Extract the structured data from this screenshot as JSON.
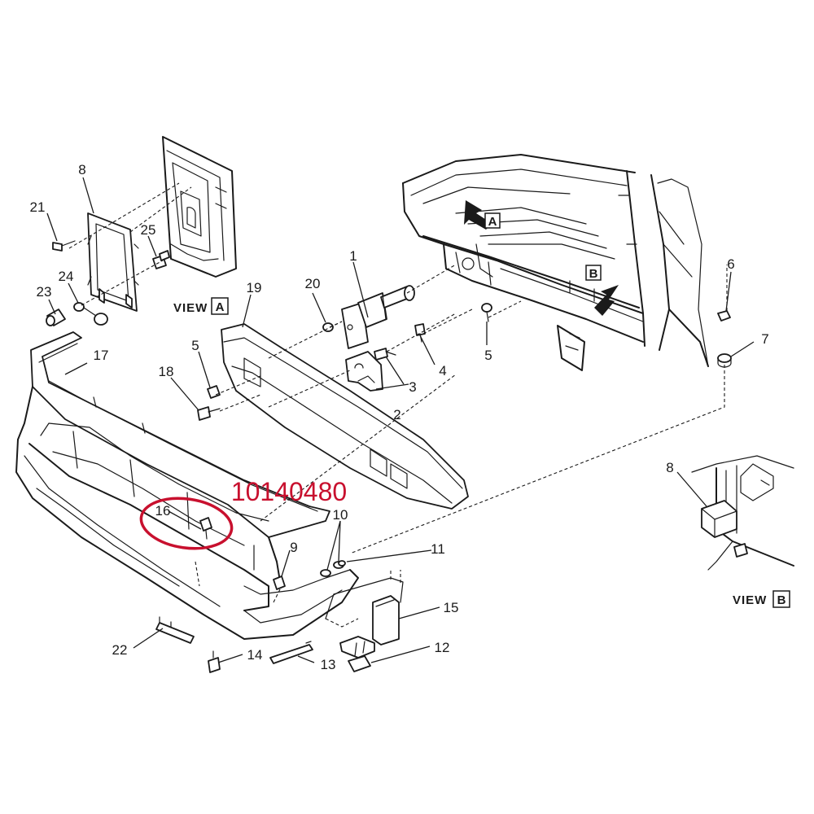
{
  "highlight": {
    "part_number": "10140480",
    "color": "#c8102e"
  },
  "views": {
    "a": {
      "prefix": "VIEW",
      "letter": "A"
    },
    "b": {
      "prefix": "VIEW",
      "letter": "B"
    }
  },
  "callouts": {
    "c1": "1",
    "c2": "2",
    "c3": "3",
    "c4": "4",
    "c5a": "5",
    "c5b": "5",
    "c7": "7",
    "c6": "6",
    "c8a": "8",
    "c8b": "8",
    "c9": "9",
    "c10": "10",
    "c11": "11",
    "c12": "12",
    "c13": "13",
    "c14": "14",
    "c15": "15",
    "c16": "16",
    "c17": "17",
    "c18": "18",
    "c19": "19",
    "c20": "20",
    "c21": "21",
    "c22": "22",
    "c23": "23",
    "c24": "24",
    "c25": "25"
  },
  "arrow_markers": {
    "a": "A",
    "b": "B"
  }
}
